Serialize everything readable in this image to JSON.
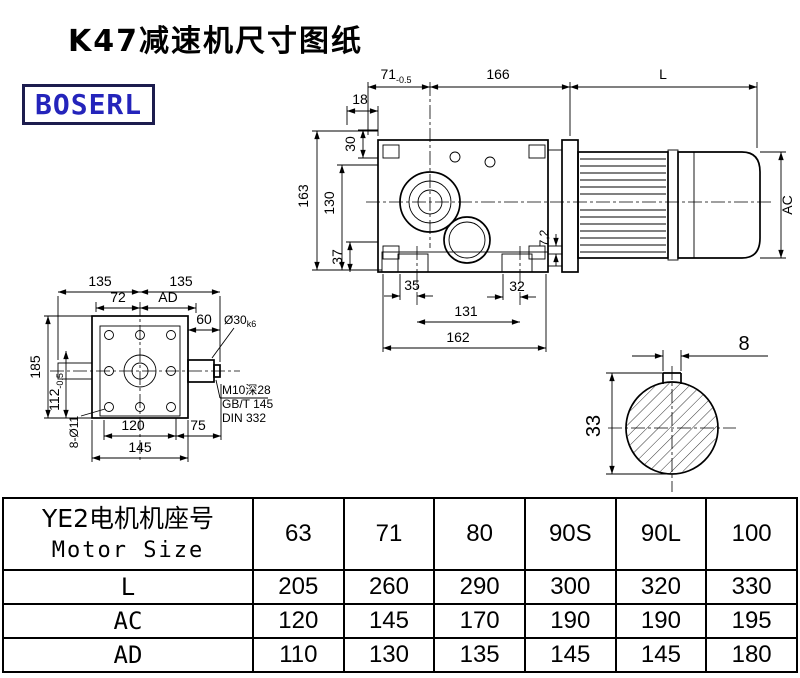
{
  "title": "K47减速机尺寸图纸",
  "logo": "BOSERL",
  "dims": {
    "top_71": "71",
    "top_71_tol": "-0.5",
    "top_166": "166",
    "top_L": "L",
    "d18": "18",
    "d30": "30",
    "d163": "163",
    "d130": "130",
    "d37": "37",
    "d7_2": "7,2",
    "dAC": "AC",
    "d35": "35",
    "d32": "32",
    "d131": "131",
    "d162": "162",
    "fv_135a": "135",
    "fv_135b": "135",
    "fv_72": "72",
    "fv_AD": "AD",
    "fv_60": "60",
    "fv_shaft": "Ø30",
    "fv_shaft_tol": "k6",
    "fv_185": "185",
    "fv_112": "112",
    "fv_112_tol": "-0.5",
    "fv_8d11": "8-Ø11",
    "fv_120": "120",
    "fv_75": "75",
    "fv_145": "145",
    "note_m10": "M10深28",
    "note_gbt": "GB/T 145",
    "note_din": "DIN 332",
    "sec_8": "8",
    "sec_33": "33"
  },
  "table": {
    "header_line1": "YE2电机机座号",
    "header_line2": "Motor Size",
    "sizes": [
      "63",
      "71",
      "80",
      "90S",
      "90L",
      "100"
    ],
    "rows": [
      {
        "label": "L",
        "values": [
          "205",
          "260",
          "290",
          "300",
          "320",
          "330"
        ]
      },
      {
        "label": "AC",
        "values": [
          "120",
          "145",
          "170",
          "190",
          "190",
          "195"
        ]
      },
      {
        "label": "AD",
        "values": [
          "110",
          "130",
          "135",
          "145",
          "145",
          "180"
        ]
      }
    ]
  }
}
